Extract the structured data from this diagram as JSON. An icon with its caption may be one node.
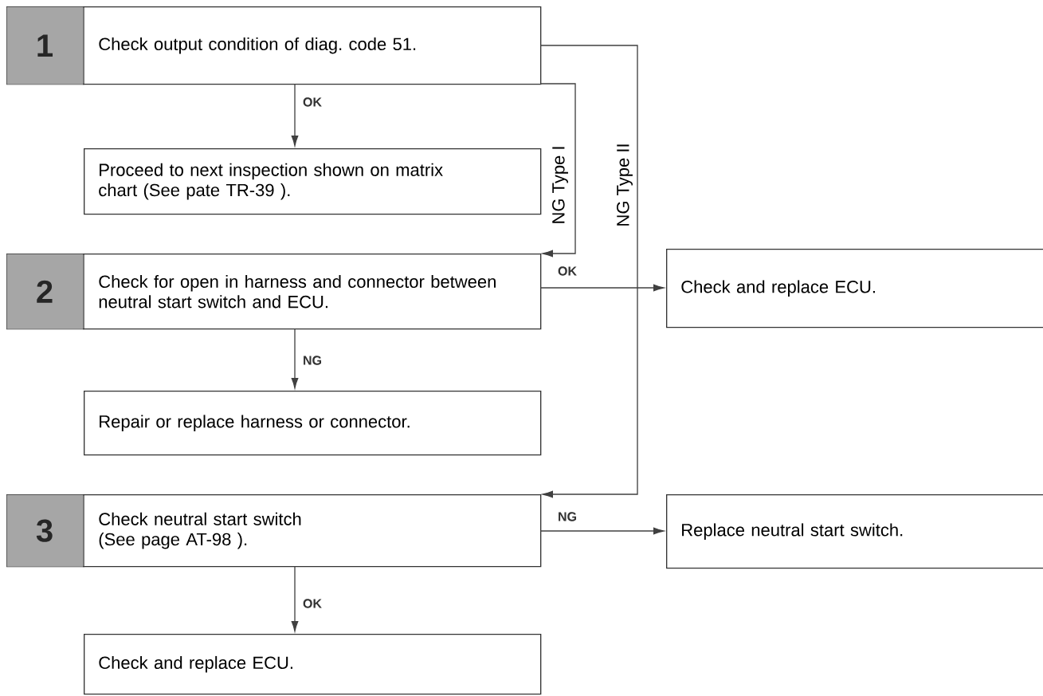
{
  "diagram": {
    "nodes": [
      {
        "text": [
          "1",
          "Check output condition of diag. code 51."
        ]
      },
      {
        "text": [
          "Proceed to next inspection shown on matrix chart (See pate TR-39 )."
        ]
      },
      {
        "text": [
          "2",
          "Check for open in harness and connector between neutral start switch and ECU."
        ]
      },
      {
        "text": [
          "Check and replace ECU."
        ]
      },
      {
        "text": [
          "Repair or replace harness or connector."
        ]
      },
      {
        "text": [
          "3",
          "Check neutral start switch (See page AT-98 )."
        ]
      },
      {
        "text": [
          "Replace neutral start switch."
        ]
      },
      {
        "text": [
          "Check and replace ECU."
        ]
      }
    ],
    "edges": [
      {
        "from": 0,
        "to": 1,
        "arrow": "to",
        "label": "OK"
      },
      {
        "from": 0,
        "to": 2,
        "arrow": "to",
        "label": "NG Type I"
      },
      {
        "from": 0,
        "to": 5,
        "arrow": "to",
        "label": "NG Type II"
      },
      {
        "from": 2,
        "to": 3,
        "arrow": "to",
        "label": "OK"
      },
      {
        "from": 2,
        "to": 4,
        "arrow": "to",
        "label": "NG"
      },
      {
        "from": 5,
        "to": 6,
        "arrow": "to",
        "label": "NG"
      },
      {
        "from": 5,
        "to": 7,
        "arrow": "to",
        "label": "OK"
      }
    ]
  }
}
